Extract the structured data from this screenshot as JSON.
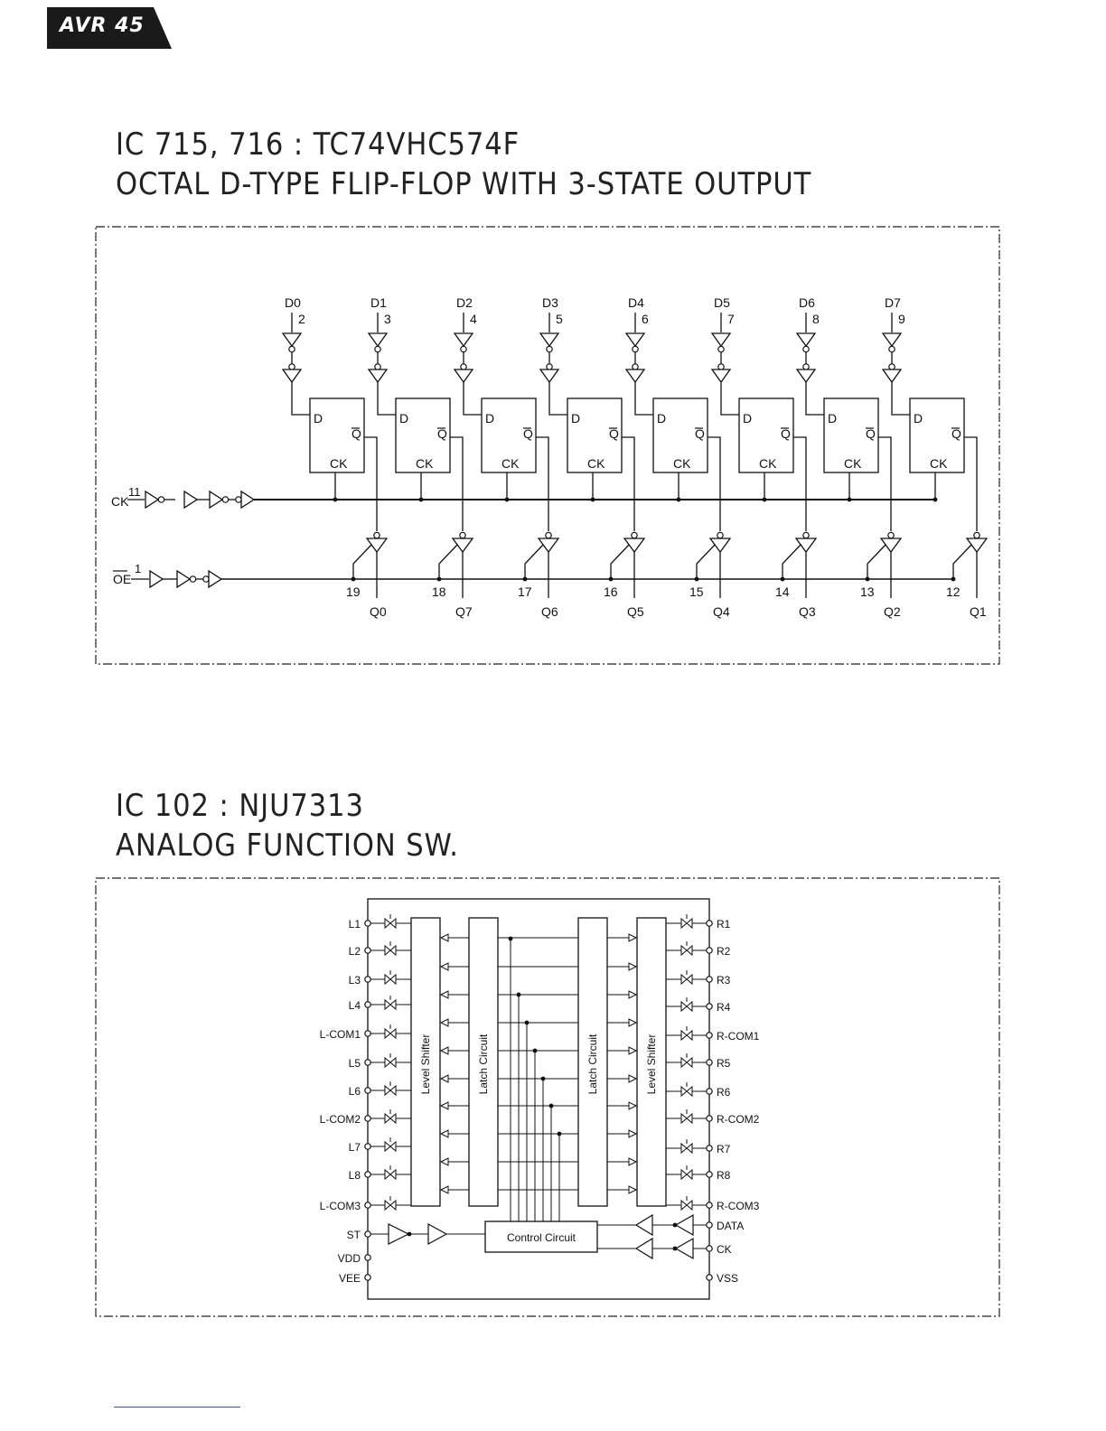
{
  "header": {
    "tab_label": "AVR 45"
  },
  "section1": {
    "title_line1": "IC  715, 716 : TC74VHC574F",
    "title_line2": "OCTAL D-TYPE FLIP-FLOP WITH 3-STATE OUTPUT",
    "d_labels": [
      "D0",
      "D1",
      "D2",
      "D3",
      "D4",
      "D5",
      "D6",
      "D7"
    ],
    "d_pins": [
      "2",
      "3",
      "4",
      "5",
      "6",
      "7",
      "8",
      "9"
    ],
    "q_labels": [
      "Q0",
      "Q7",
      "Q6",
      "Q5",
      "Q4",
      "Q3",
      "Q2",
      "Q1"
    ],
    "q_pins": [
      "19",
      "18",
      "17",
      "16",
      "15",
      "14",
      "13",
      "12"
    ],
    "ff_d": "D",
    "ff_q": "Q",
    "ff_ck": "CK",
    "ck_label": "CK",
    "ck_pin": "11",
    "oe_label": "OE",
    "oe_pin": "1"
  },
  "section2": {
    "title_line1": "IC  102 : NJU7313",
    "title_line2": "ANALOG FUNCTION SW.",
    "left_pins": [
      "L1",
      "L2",
      "L3",
      "L4",
      "L-COM1",
      "L5",
      "L6",
      "L-COM2",
      "L7",
      "L8",
      "L-COM3",
      "ST",
      "VDD",
      "VEE"
    ],
    "right_pins": [
      "R1",
      "R2",
      "R3",
      "R4",
      "R-COM1",
      "R5",
      "R6",
      "R-COM2",
      "R7",
      "R8",
      "R-COM3",
      "DATA",
      "CK",
      "VSS"
    ],
    "level_shifter": "Level Shifter",
    "latch_circuit": "Latch Circuit",
    "control_circuit": "Control  Circuit"
  }
}
